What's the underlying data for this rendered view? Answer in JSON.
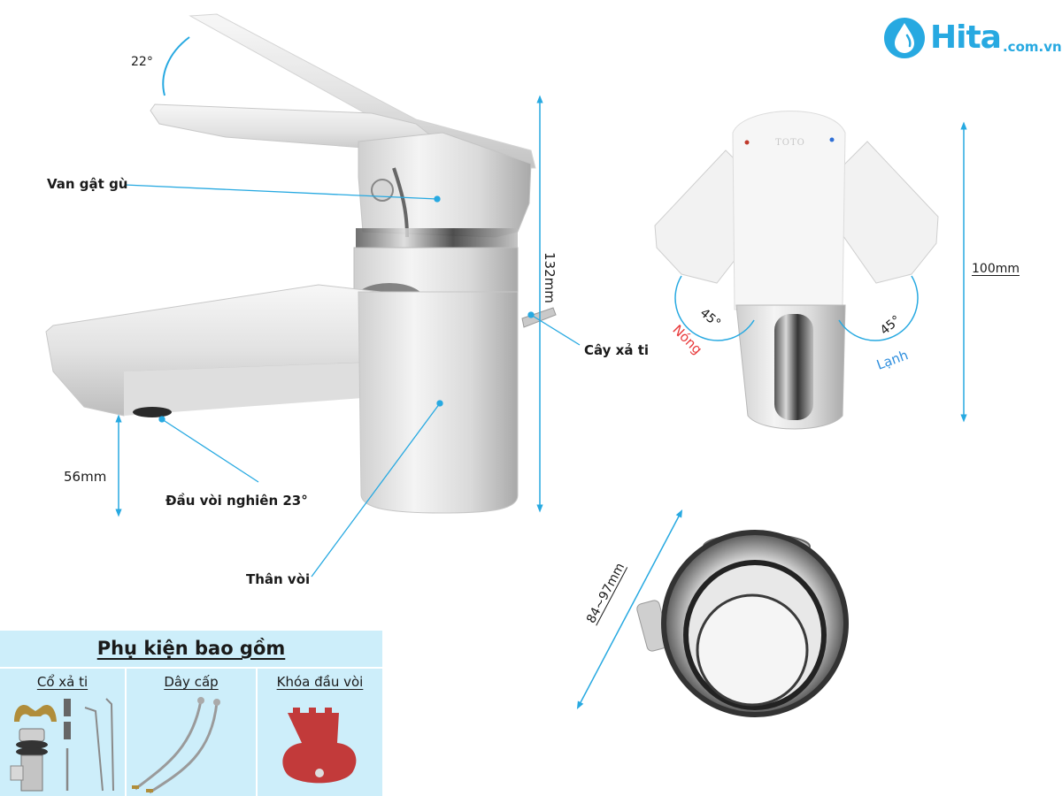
{
  "brand": {
    "name": "Hita",
    "tld": ".com.vn",
    "color": "#27a9e1"
  },
  "side_view": {
    "handle_angle": "22°",
    "callouts": {
      "valve": "Van gật gù",
      "drain_rod": "Cây xả ti",
      "aerator": "Đầu vòi nghiên 23°",
      "body": "Thân vòi"
    },
    "dimensions": {
      "total_height": "132mm",
      "spout_height": "56mm"
    }
  },
  "top_view": {
    "brand_mark": "TOTO",
    "hot_angle": "45°",
    "cold_angle": "45°",
    "hot_label": "Nóng",
    "cold_label": "Lạnh",
    "hot_color": "#e8393a",
    "cold_color": "#2f8fde",
    "height": "100mm"
  },
  "drain": {
    "range": "84~97mm"
  },
  "accessories": {
    "title": "Phụ kiện bao gồm",
    "items": [
      {
        "label": "Cổ xả ti"
      },
      {
        "label": "Dây cấp"
      },
      {
        "label": "Khóa đầu vòi"
      }
    ]
  },
  "colors": {
    "dimension_line": "#27a9e1",
    "accessory_bg": "#cdeefa"
  }
}
